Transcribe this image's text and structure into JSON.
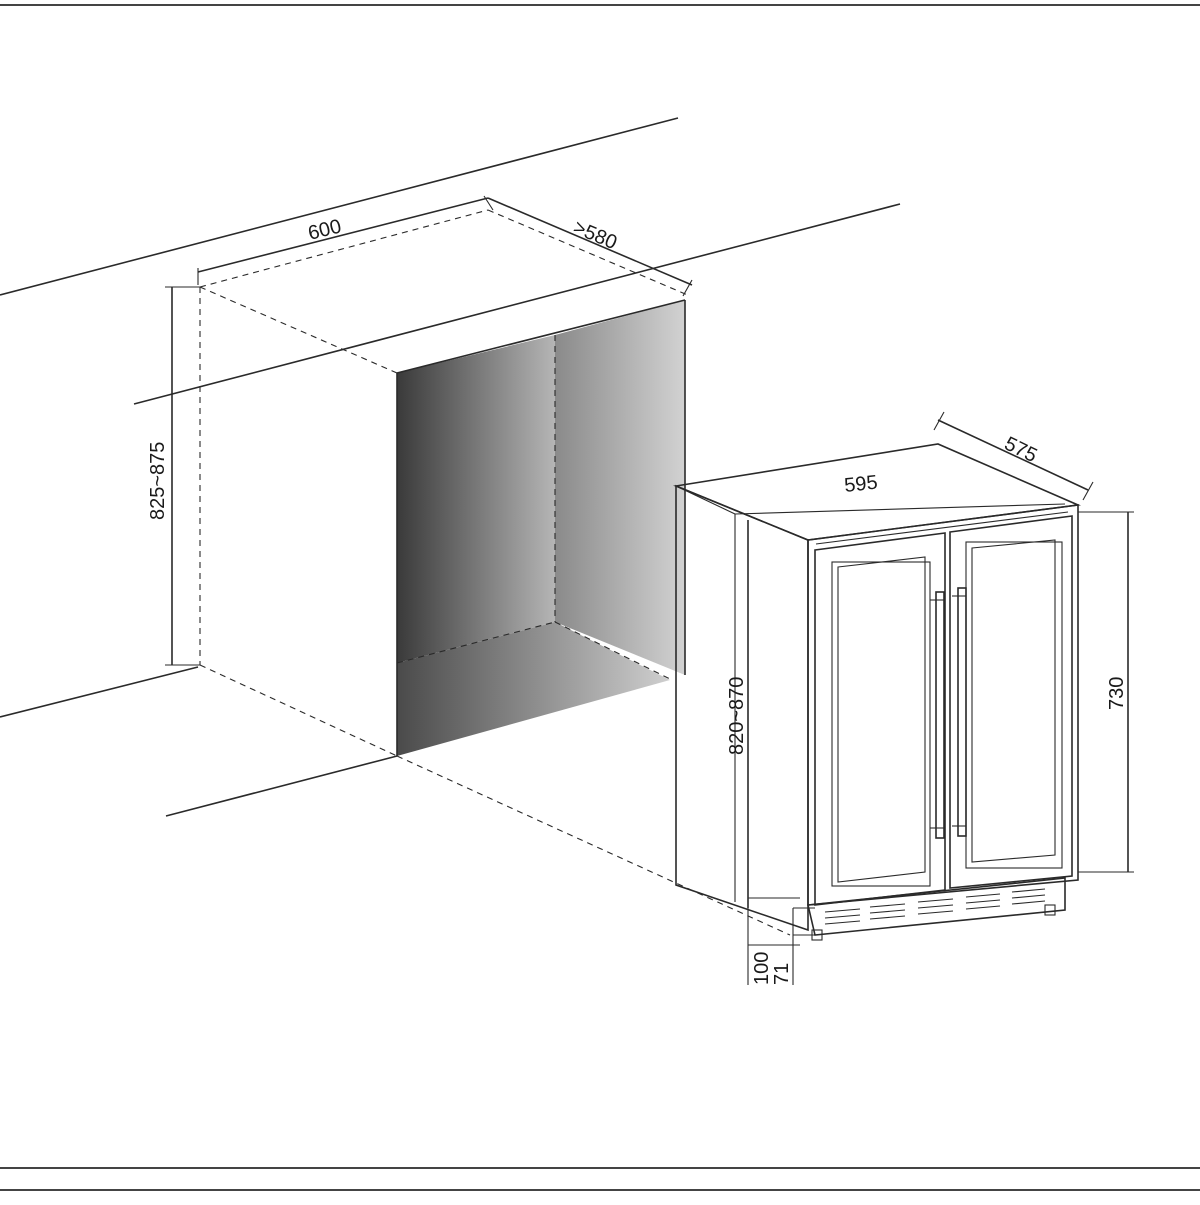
{
  "cabinet": {
    "width_label": "600",
    "depth_label": ">580",
    "height_label": "825~875"
  },
  "appliance": {
    "width_label": "595",
    "depth_label": "575",
    "height_label": "820~870",
    "door_height_label": "730",
    "plinth_label": "100",
    "foot_label": "71"
  },
  "colors": {
    "line": "#2a2a2a",
    "shade_dark": "#3c3c3c",
    "shade_light": "#c8c8c8"
  }
}
